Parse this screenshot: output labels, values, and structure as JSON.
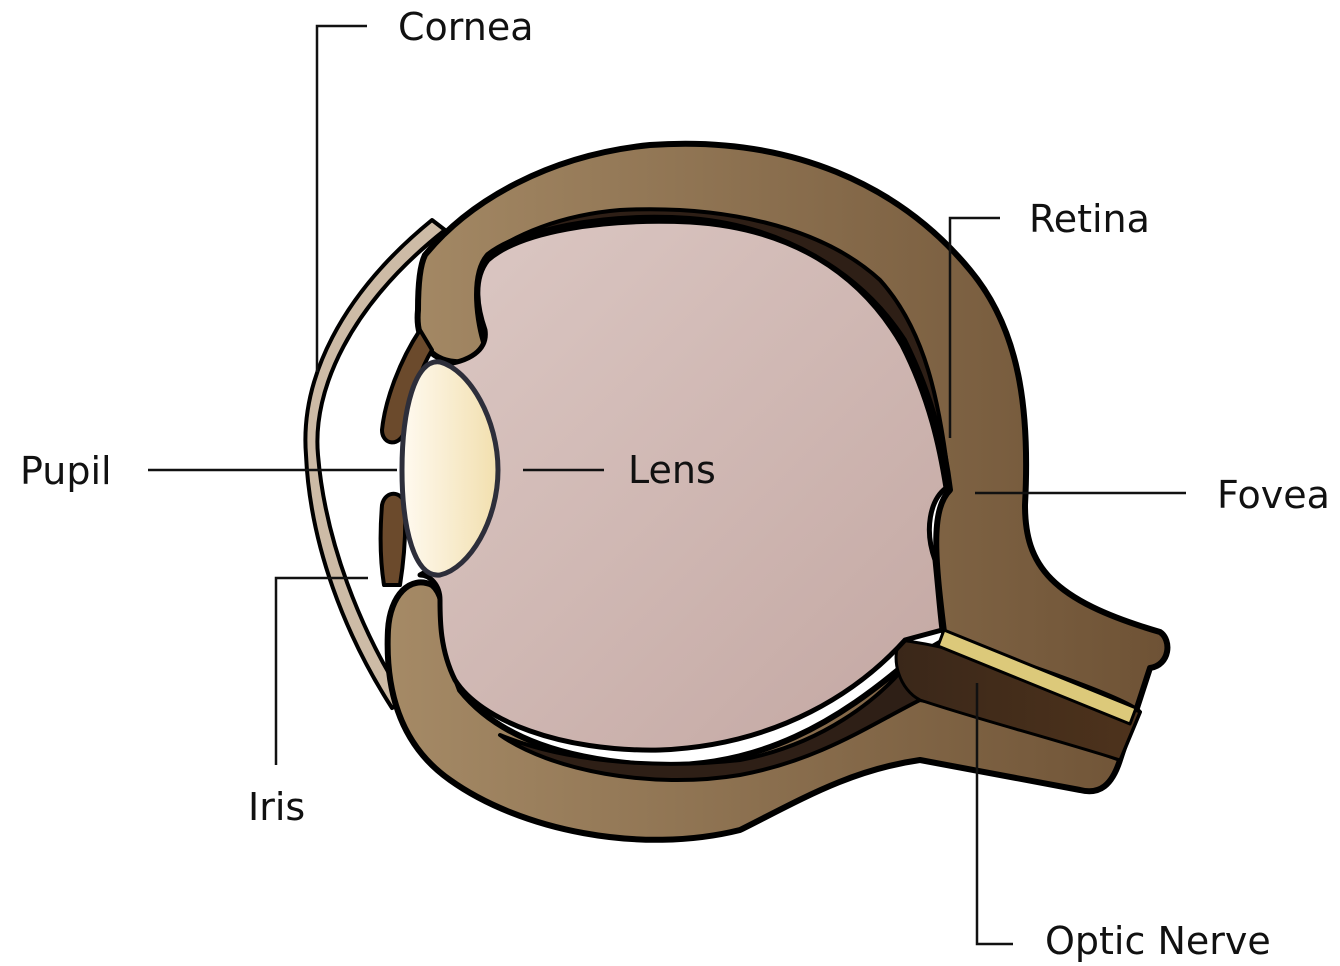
{
  "labels": {
    "cornea": "Cornea",
    "retina": "Retina",
    "pupil": "Pupil",
    "lens": "Lens",
    "fovea": "Fovea",
    "iris": "Iris",
    "optic_nerve": "Optic Nerve"
  },
  "colors": {
    "sclera_light": "#a58a66",
    "sclera_dark": "#6e5235",
    "choroid": "#2e1f16",
    "vitreous_light": "#dcc8c4",
    "vitreous_dark": "#c3a7a2",
    "lens_light": "#fffaf0",
    "lens_dark": "#f2dfae",
    "cornea": "#cdbba6",
    "iris": "#6b4a2c",
    "optic_band": "#dcc97a",
    "outline": "#000000",
    "leader": "#111111"
  }
}
